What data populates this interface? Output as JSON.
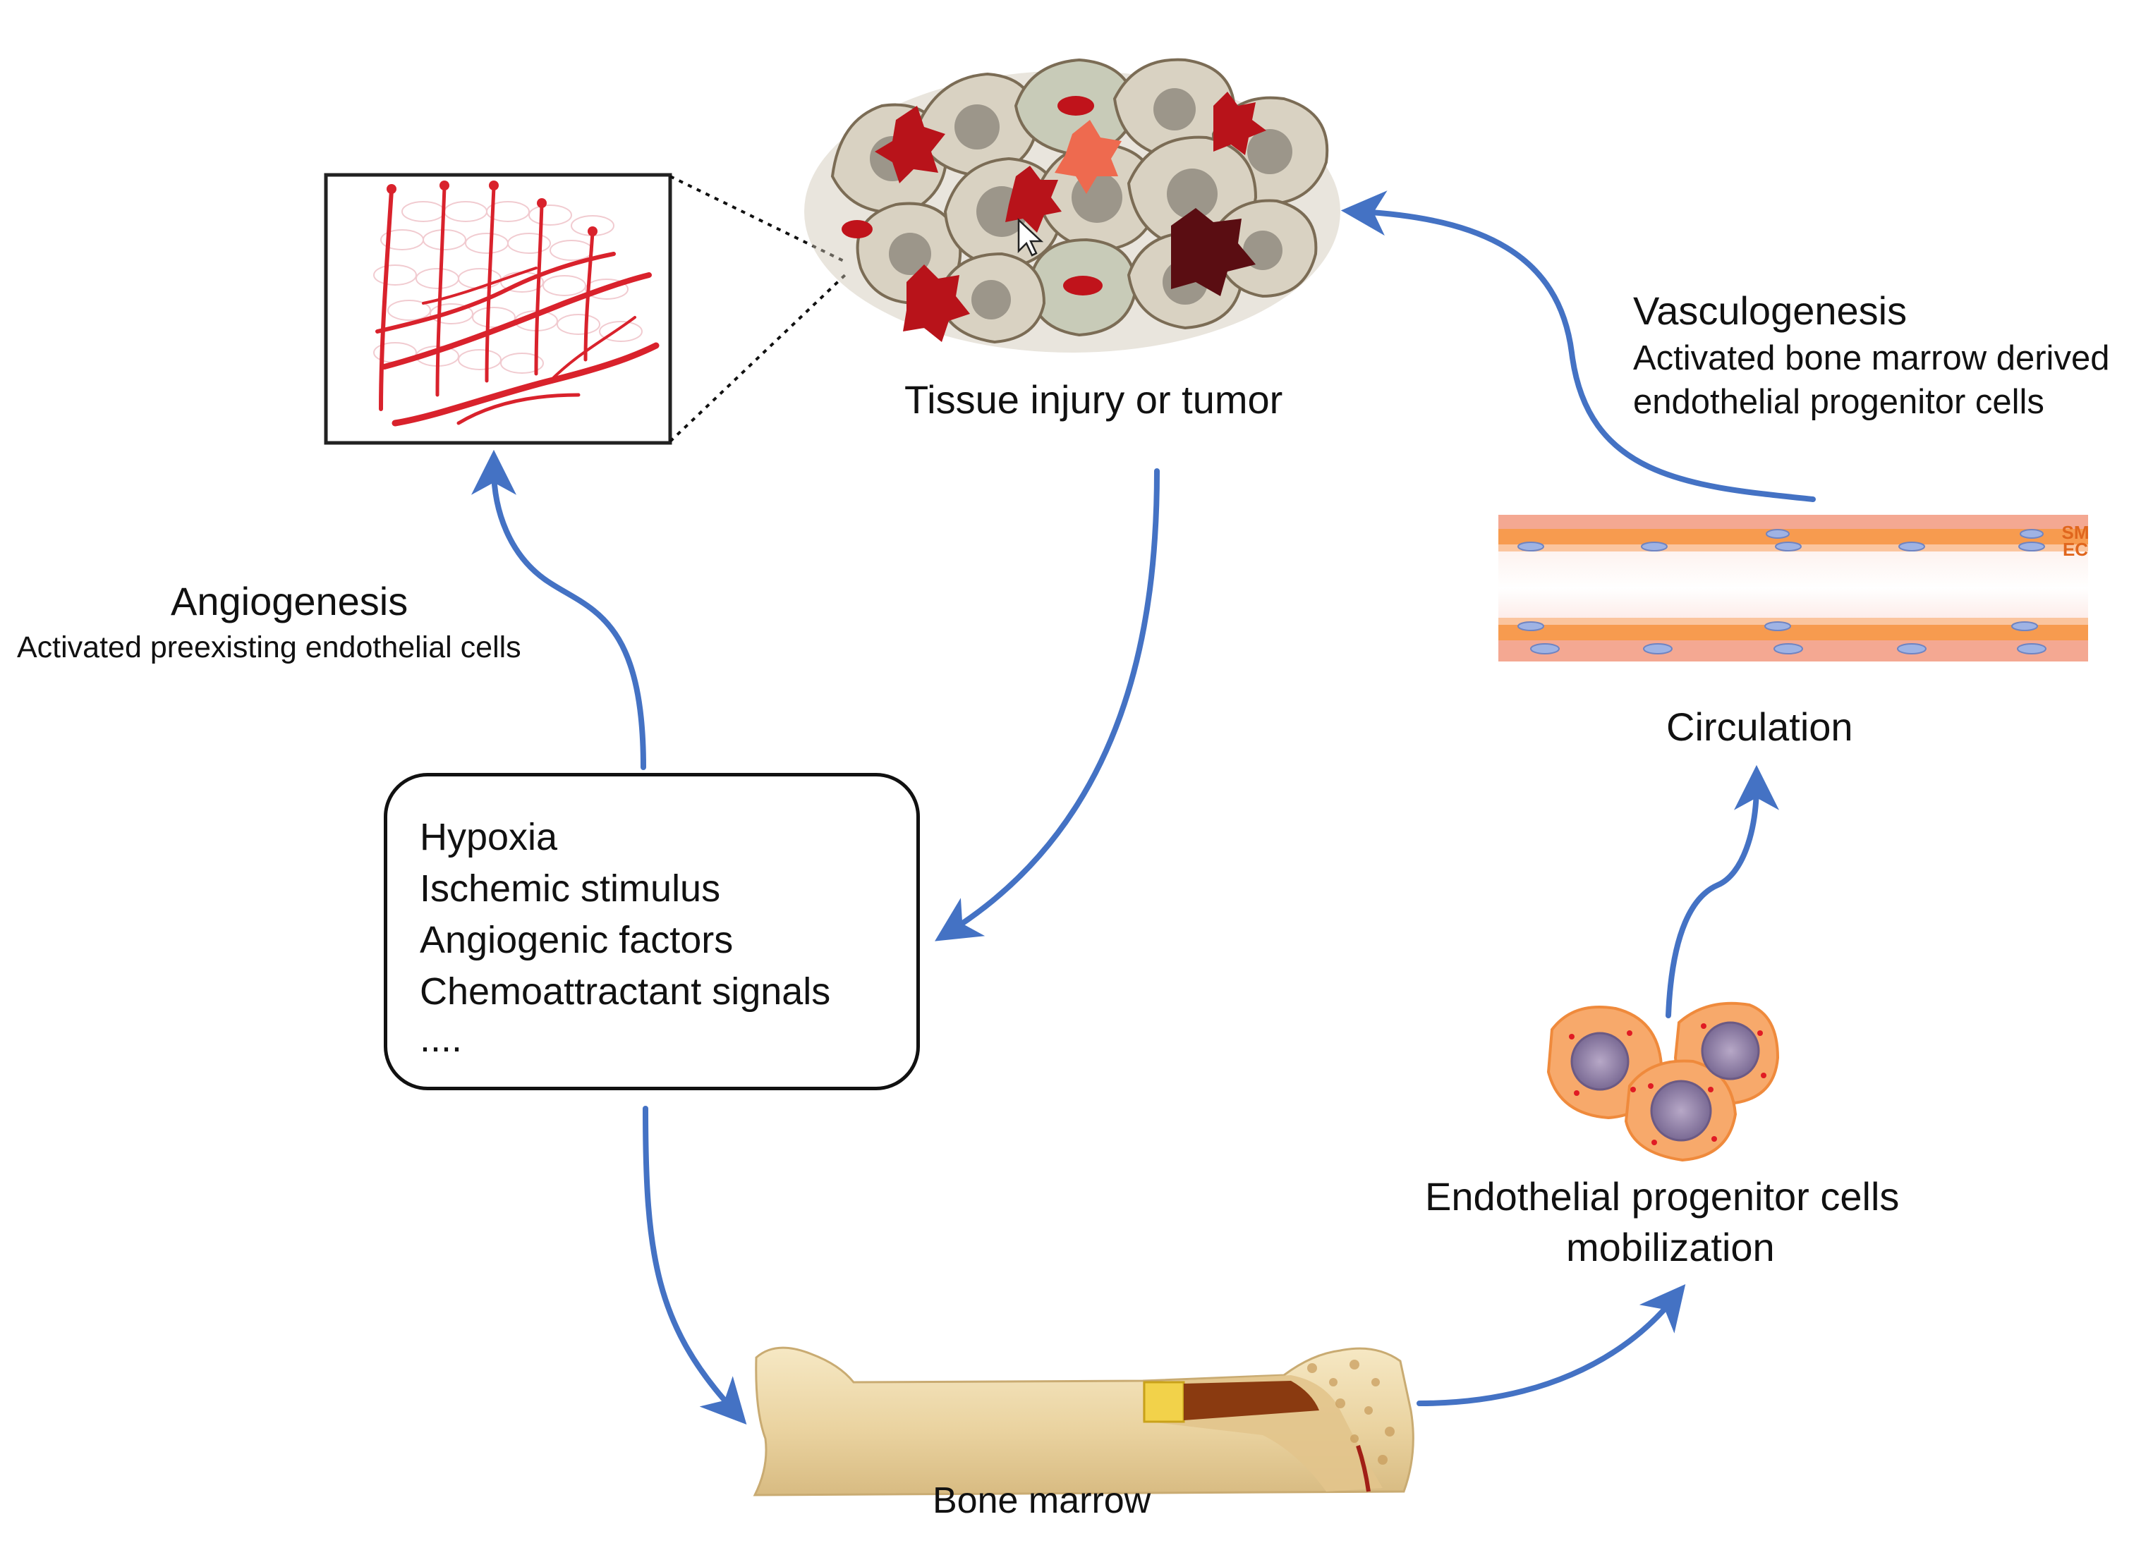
{
  "colors": {
    "arrow": "#4472c4",
    "vessel_red": "#d9222c",
    "bone": "#efdcae",
    "cell_orange": "#f7a96b",
    "nucleus": "#8c7aa3",
    "injury_cell": "#d9d2c2",
    "injury_red": "#b8131a"
  },
  "labels": {
    "tissue": "Tissue injury or tumor",
    "vasculogenesis_title": "Vasculogenesis",
    "vasculogenesis_line1": "Activated bone marrow derived",
    "vasculogenesis_line2": "endothelial progenitor cells",
    "circulation": "Circulation",
    "vessel_sm": "SM",
    "vessel_ec": "EC",
    "angiogenesis_title": "Angiogenesis",
    "angiogenesis_sub": "Activated preexisting endothelial cells",
    "epc_line1": "Endothelial progenitor cells",
    "epc_line2": "mobilization",
    "bone_marrow": "Bone marrow"
  },
  "stimulus_box": {
    "items": [
      "Hypoxia",
      "Ischemic stimulus",
      "Angiogenic factors",
      "Chemoattractant signals",
      "...."
    ]
  },
  "icons": [
    "vessel-network-image",
    "tumor-cells-image",
    "blood-vessel-image",
    "progenitor-cells-image",
    "bone-image",
    "cursor-icon"
  ]
}
